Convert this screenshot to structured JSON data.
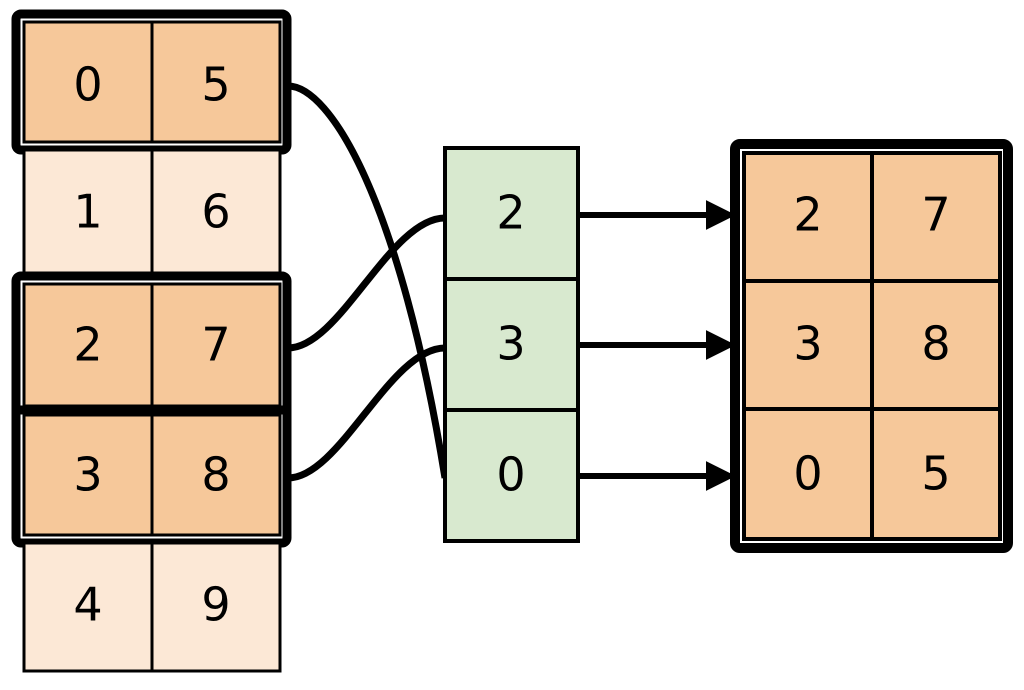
{
  "diagram": {
    "type": "table-selection-and-reorder-diagram",
    "colors": {
      "highlight_fill": "#f6c89a",
      "normal_fill": "#fce8d6",
      "index_fill": "#d8e9cf",
      "stroke": "#000000",
      "background": "#ffffff"
    },
    "source_table": {
      "name": "source-table",
      "columns": 2,
      "rows": [
        {
          "index": 0,
          "cells": [
            "0",
            "5"
          ],
          "selected": true
        },
        {
          "index": 1,
          "cells": [
            "1",
            "6"
          ],
          "selected": false
        },
        {
          "index": 2,
          "cells": [
            "2",
            "7"
          ],
          "selected": true
        },
        {
          "index": 3,
          "cells": [
            "3",
            "8"
          ],
          "selected": true
        },
        {
          "index": 4,
          "cells": [
            "4",
            "9"
          ],
          "selected": false
        }
      ]
    },
    "index_column": {
      "name": "index-column",
      "cells": [
        "2",
        "3",
        "0"
      ]
    },
    "result_table": {
      "name": "result-table",
      "columns": 2,
      "rows": [
        {
          "cells": [
            "2",
            "7"
          ]
        },
        {
          "cells": [
            "3",
            "8"
          ]
        },
        {
          "cells": [
            "0",
            "5"
          ]
        }
      ]
    },
    "connectors": [
      {
        "name": "connector-row0-to-index2",
        "from_row": 0,
        "to_index_cell": 2
      },
      {
        "name": "connector-row2-to-index0",
        "from_row": 2,
        "to_index_cell": 0
      },
      {
        "name": "connector-row3-to-index1",
        "from_row": 3,
        "to_index_cell": 1
      }
    ],
    "arrows": [
      {
        "name": "arrow-index0-to-result-row0",
        "label": "2"
      },
      {
        "name": "arrow-index1-to-result-row1",
        "label": "3"
      },
      {
        "name": "arrow-index2-to-result-row2",
        "label": "0"
      }
    ]
  }
}
